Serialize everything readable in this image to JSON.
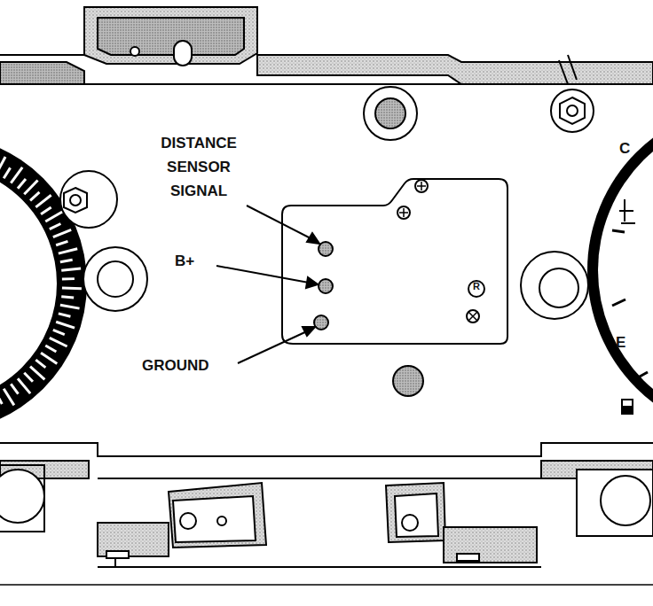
{
  "diagram": {
    "labels": [
      "DISTANCE SENSOR SIGNAL",
      "B+",
      "GROUND",
      "C",
      "E",
      "R"
    ]
  }
}
